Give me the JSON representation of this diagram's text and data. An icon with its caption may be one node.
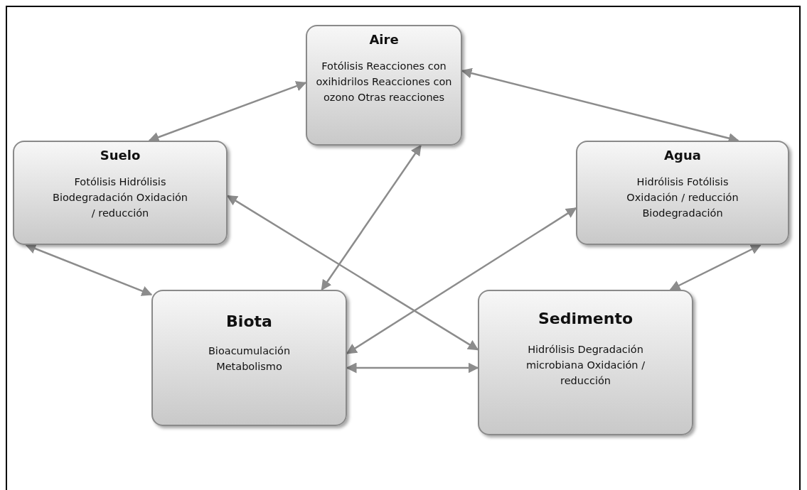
{
  "diagram": {
    "nodes": [
      {
        "text": [
          "Aire",
          "Fotólisis Reacciones con oxihidrilos Reacciones con ozono Otras reacciones"
        ]
      },
      {
        "text": [
          "Suelo",
          "Fotólisis Hidrólisis Biodegradación Oxidación / reducción"
        ]
      },
      {
        "text": [
          "Agua",
          "Hidrólisis Fotólisis Oxidación / reducción Biodegradación"
        ]
      },
      {
        "text": [
          "Biota",
          "Bioacumulación Metabolismo"
        ]
      },
      {
        "text": [
          "Sedimento",
          "Hidrólisis Degradación microbiana Oxidación / reducción"
        ]
      }
    ],
    "edges": [
      {
        "from": 0,
        "to": 1,
        "arrow": "both"
      },
      {
        "from": 0,
        "to": 2,
        "arrow": "both"
      },
      {
        "from": 0,
        "to": 3,
        "arrow": "both"
      },
      {
        "from": 1,
        "to": 4,
        "arrow": "both"
      },
      {
        "from": 2,
        "to": 3,
        "arrow": "both"
      },
      {
        "from": 1,
        "to": 3,
        "arrow": "both"
      },
      {
        "from": 2,
        "to": 4,
        "arrow": "both"
      },
      {
        "from": 3,
        "to": 4,
        "arrow": "both"
      }
    ]
  }
}
